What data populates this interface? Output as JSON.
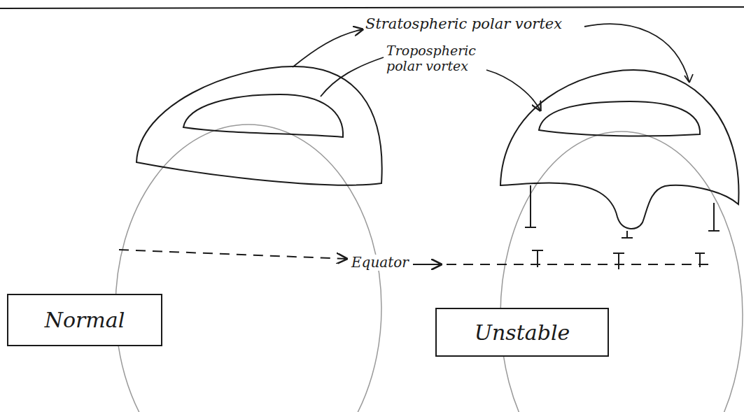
{
  "diagram": {
    "nodes": [
      {
        "text": [
          "Normal"
        ]
      },
      {
        "text": [
          "Unstable"
        ]
      }
    ],
    "labels": [
      "Stratospheric polar vortex",
      "Tropospheric polar vortex",
      "Equator"
    ]
  }
}
